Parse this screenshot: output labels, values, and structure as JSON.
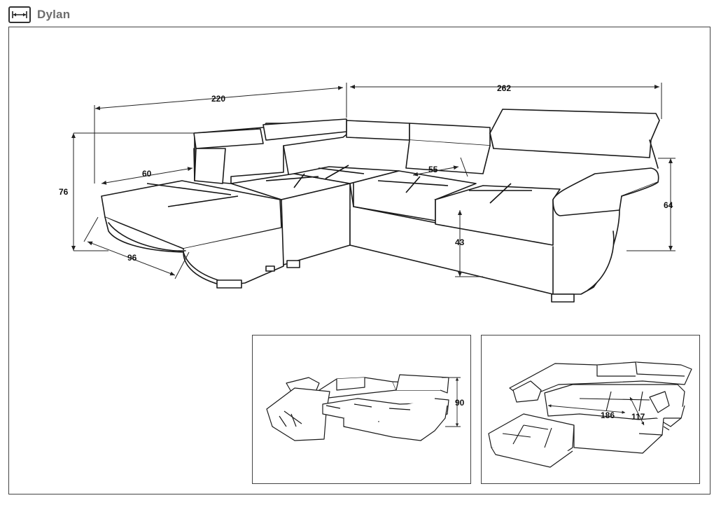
{
  "header": {
    "title": "Dylan",
    "icon": "dimension-arrows-icon"
  },
  "main_view": {
    "dimensions": {
      "width_left": "220",
      "width_right": "262",
      "height_back": "76",
      "depth_chaise": "60",
      "depth_chaise_total": "96",
      "seat_depth": "55",
      "seat_height": "43",
      "armrest_height": "64"
    }
  },
  "storage_view": {
    "dimensions": {
      "height_raised": "90"
    }
  },
  "bed_view": {
    "dimensions": {
      "bed_length": "186",
      "bed_width": "117"
    }
  }
}
